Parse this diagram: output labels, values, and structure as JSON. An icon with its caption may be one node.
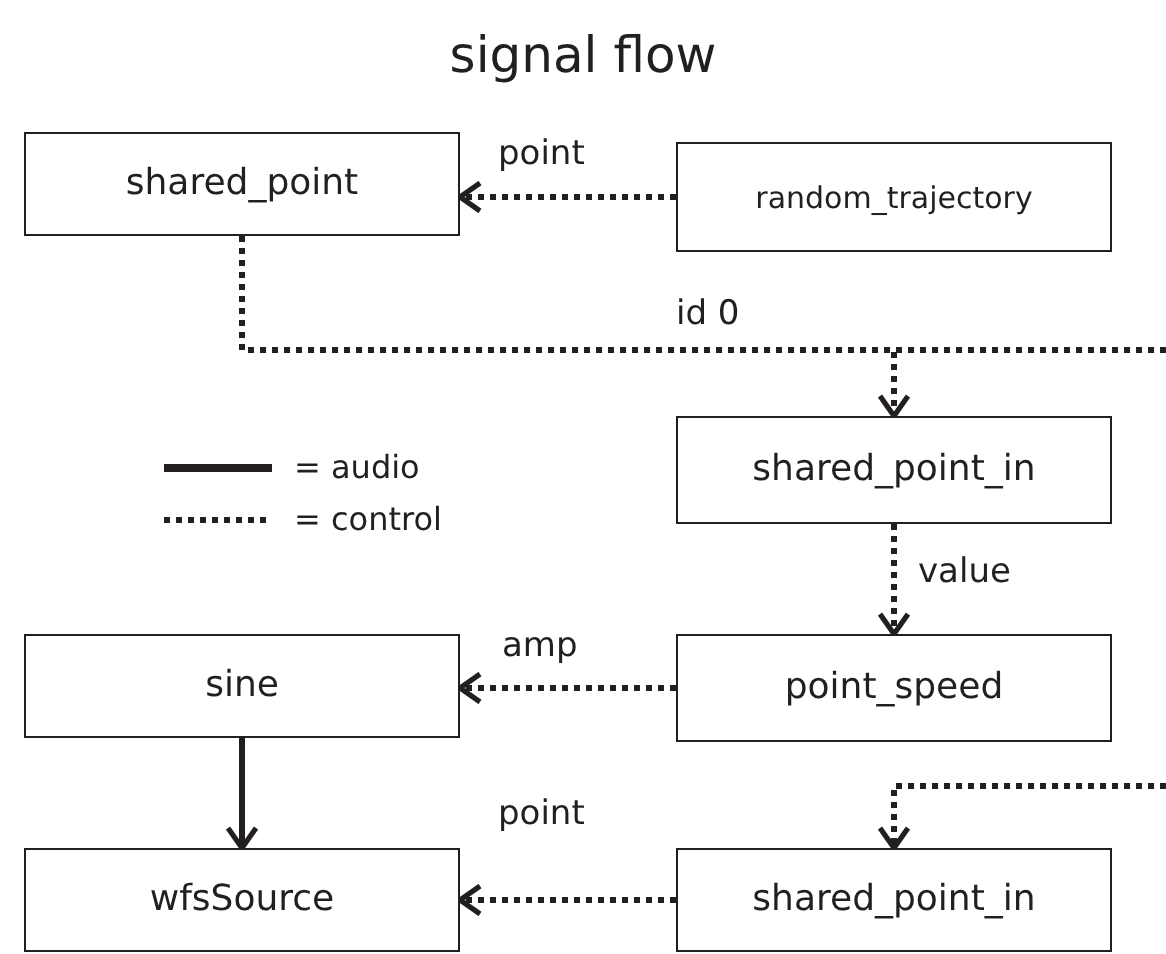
{
  "diagram": {
    "title": "signal flow",
    "nodes": [
      {
        "text": [
          "shared_point"
        ]
      },
      {
        "text": [
          "random_trajectory"
        ]
      },
      {
        "text": [
          "shared_point_in"
        ]
      },
      {
        "text": [
          "sine"
        ]
      },
      {
        "text": [
          "point_speed"
        ]
      },
      {
        "text": [
          "wfsSource"
        ]
      },
      {
        "text": [
          "shared_point_in"
        ]
      }
    ],
    "edges": [
      {
        "from": 1,
        "to": 0,
        "arrow": "to",
        "label": "point",
        "style": "dashed"
      },
      {
        "from": 0,
        "to": 2,
        "arrow": "to",
        "label": "id 0",
        "style": "dashed"
      },
      {
        "from": 2,
        "to": 4,
        "arrow": "to",
        "label": "value",
        "style": "dashed"
      },
      {
        "from": 4,
        "to": 3,
        "arrow": "to",
        "label": "amp",
        "style": "dashed"
      },
      {
        "from": 3,
        "to": 5,
        "arrow": "to"
      },
      {
        "from": 6,
        "to": 5,
        "arrow": "to",
        "label": "point",
        "style": "dashed"
      },
      {
        "from": null,
        "to": 6,
        "arrow": "to",
        "style": "dashed"
      },
      {
        "from": 0,
        "to": null,
        "arrow": "none",
        "style": "dashed"
      }
    ],
    "legend": [
      {
        "text": "= audio"
      },
      {
        "text": "= control"
      }
    ]
  }
}
